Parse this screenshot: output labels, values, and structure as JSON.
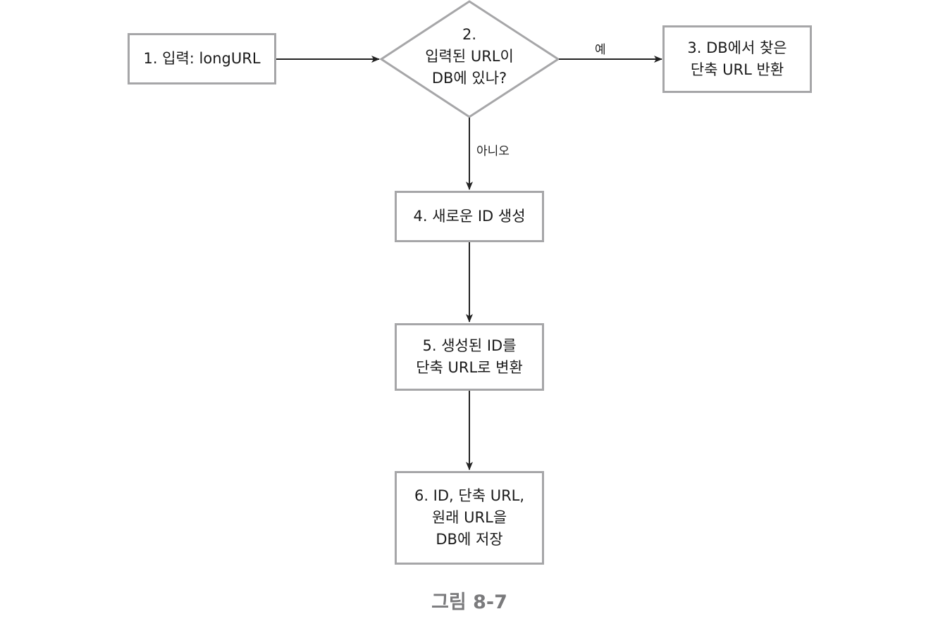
{
  "nodes": {
    "step1": "1. 입력: longURL",
    "step2": "2.\n입력된 URL이\nDB에 있나?",
    "step3": "3. DB에서 찾은\n단축 URL 반환",
    "step4": "4. 새로운 ID 생성",
    "step5": "5. 생성된 ID를\n단축 URL로 변환",
    "step6": "6. ID, 단축 URL,\n원래 URL을\nDB에 저장"
  },
  "edges": {
    "yes_label": "예",
    "no_label": "아니오"
  },
  "caption": "그림 8-7",
  "colors": {
    "node_border": "#a6a6a8",
    "arrow": "#222222",
    "caption": "#7a7a7c"
  }
}
